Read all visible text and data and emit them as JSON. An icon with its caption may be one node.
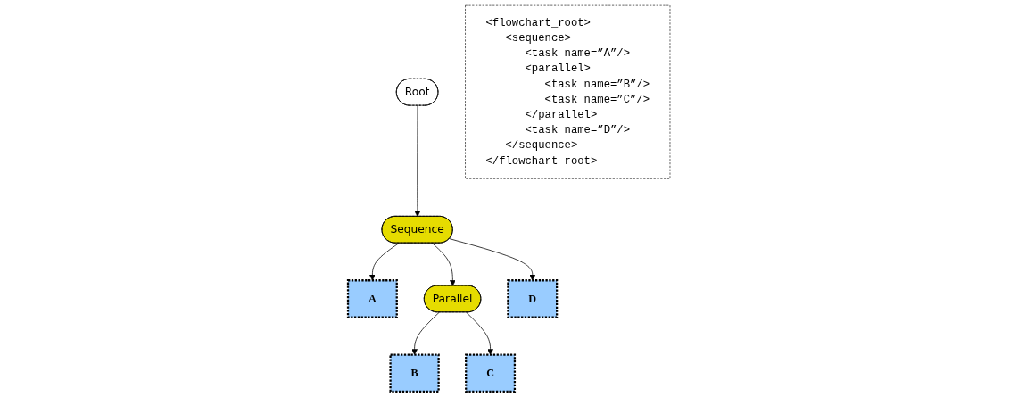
{
  "diagram": {
    "nodes": [
      {
        "text": [
          "Root"
        ]
      },
      {
        "text": [
          "Sequence"
        ]
      },
      {
        "text": [
          "A"
        ]
      },
      {
        "text": [
          "Parallel"
        ]
      },
      {
        "text": [
          "D"
        ]
      },
      {
        "text": [
          "B"
        ]
      },
      {
        "text": [
          "C"
        ]
      },
      {
        "text": [
          "<flowchart_root>",
          "<sequence>",
          "<task name=”A”/>",
          "<parallel>",
          "<task name=”B”/>",
          "<task name=”C”/>",
          "</parallel>",
          "<task name=”D”/>",
          "</sequence>",
          "</flowchart root>"
        ]
      }
    ],
    "edges": [
      {
        "from": 0,
        "to": 1,
        "arrow": "to"
      },
      {
        "from": 1,
        "to": 2,
        "arrow": "to"
      },
      {
        "from": 1,
        "to": 3,
        "arrow": "to"
      },
      {
        "from": 1,
        "to": 4,
        "arrow": "to"
      },
      {
        "from": 3,
        "to": 5,
        "arrow": "to"
      },
      {
        "from": 3,
        "to": 6,
        "arrow": "to"
      }
    ]
  }
}
